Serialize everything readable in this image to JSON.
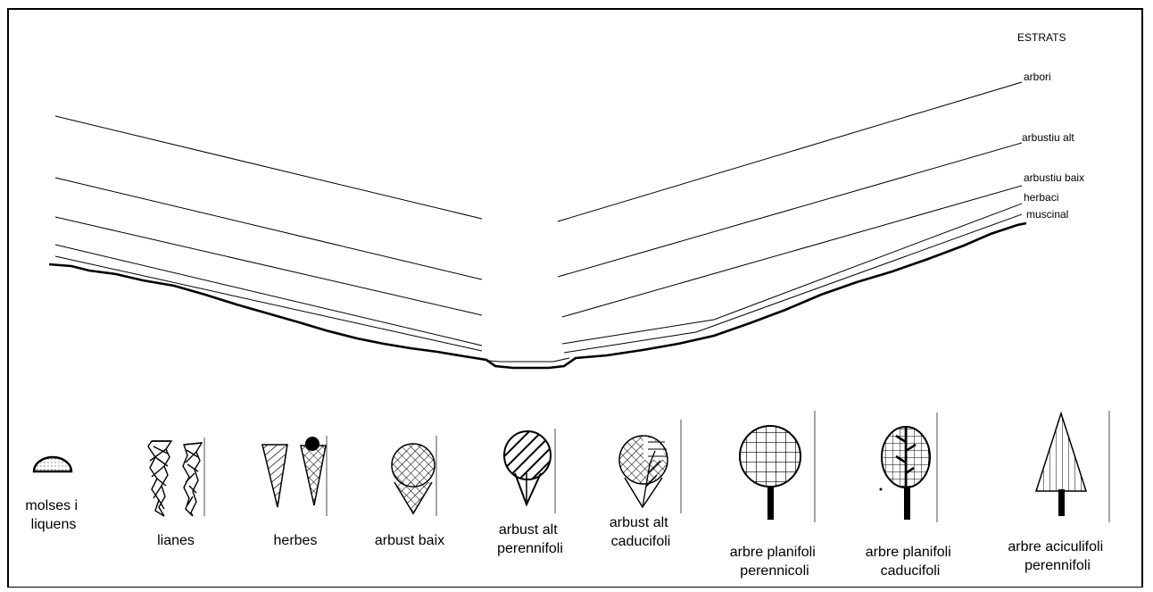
{
  "title": "ESTRATS",
  "strata": [
    {
      "id": "arbori",
      "label": "arbori"
    },
    {
      "id": "arbustiu-alt",
      "label": "arbustiu alt"
    },
    {
      "id": "arbustiu-baix",
      "label": "arbustiu baix"
    },
    {
      "id": "herbaci",
      "label": "herbaci"
    },
    {
      "id": "muscinal",
      "label": "muscinal"
    }
  ],
  "legend": [
    {
      "id": "molses",
      "lines": [
        "molses i",
        "liquens"
      ],
      "icon": "moss-mound-icon"
    },
    {
      "id": "lianes",
      "lines": [
        "lianes"
      ],
      "icon": "liana-icon"
    },
    {
      "id": "herbes",
      "lines": [
        "herbes"
      ],
      "icon": "herb-icon"
    },
    {
      "id": "arbust-baix",
      "lines": [
        "arbust baix"
      ],
      "icon": "low-shrub-icon"
    },
    {
      "id": "arbust-alt-perennifoli",
      "lines": [
        "arbust alt",
        "perennifoli"
      ],
      "icon": "evergreen-tall-shrub-icon"
    },
    {
      "id": "arbust-alt-caducifoli",
      "lines": [
        "arbust alt",
        "caducifoli"
      ],
      "icon": "deciduous-tall-shrub-icon"
    },
    {
      "id": "arbre-planifoli-perennicoli",
      "lines": [
        "arbre planifoli",
        "perennicoli"
      ],
      "icon": "evergreen-broadleaf-tree-icon"
    },
    {
      "id": "arbre-planifoli-caducifoli",
      "lines": [
        "arbre planifoli",
        "caducifoli"
      ],
      "icon": "deciduous-broadleaf-tree-icon"
    },
    {
      "id": "arbre-aciculifoli-perennifoli",
      "lines": [
        "arbre aciculifoli",
        "perennifoli"
      ],
      "icon": "conifer-tree-icon"
    }
  ]
}
